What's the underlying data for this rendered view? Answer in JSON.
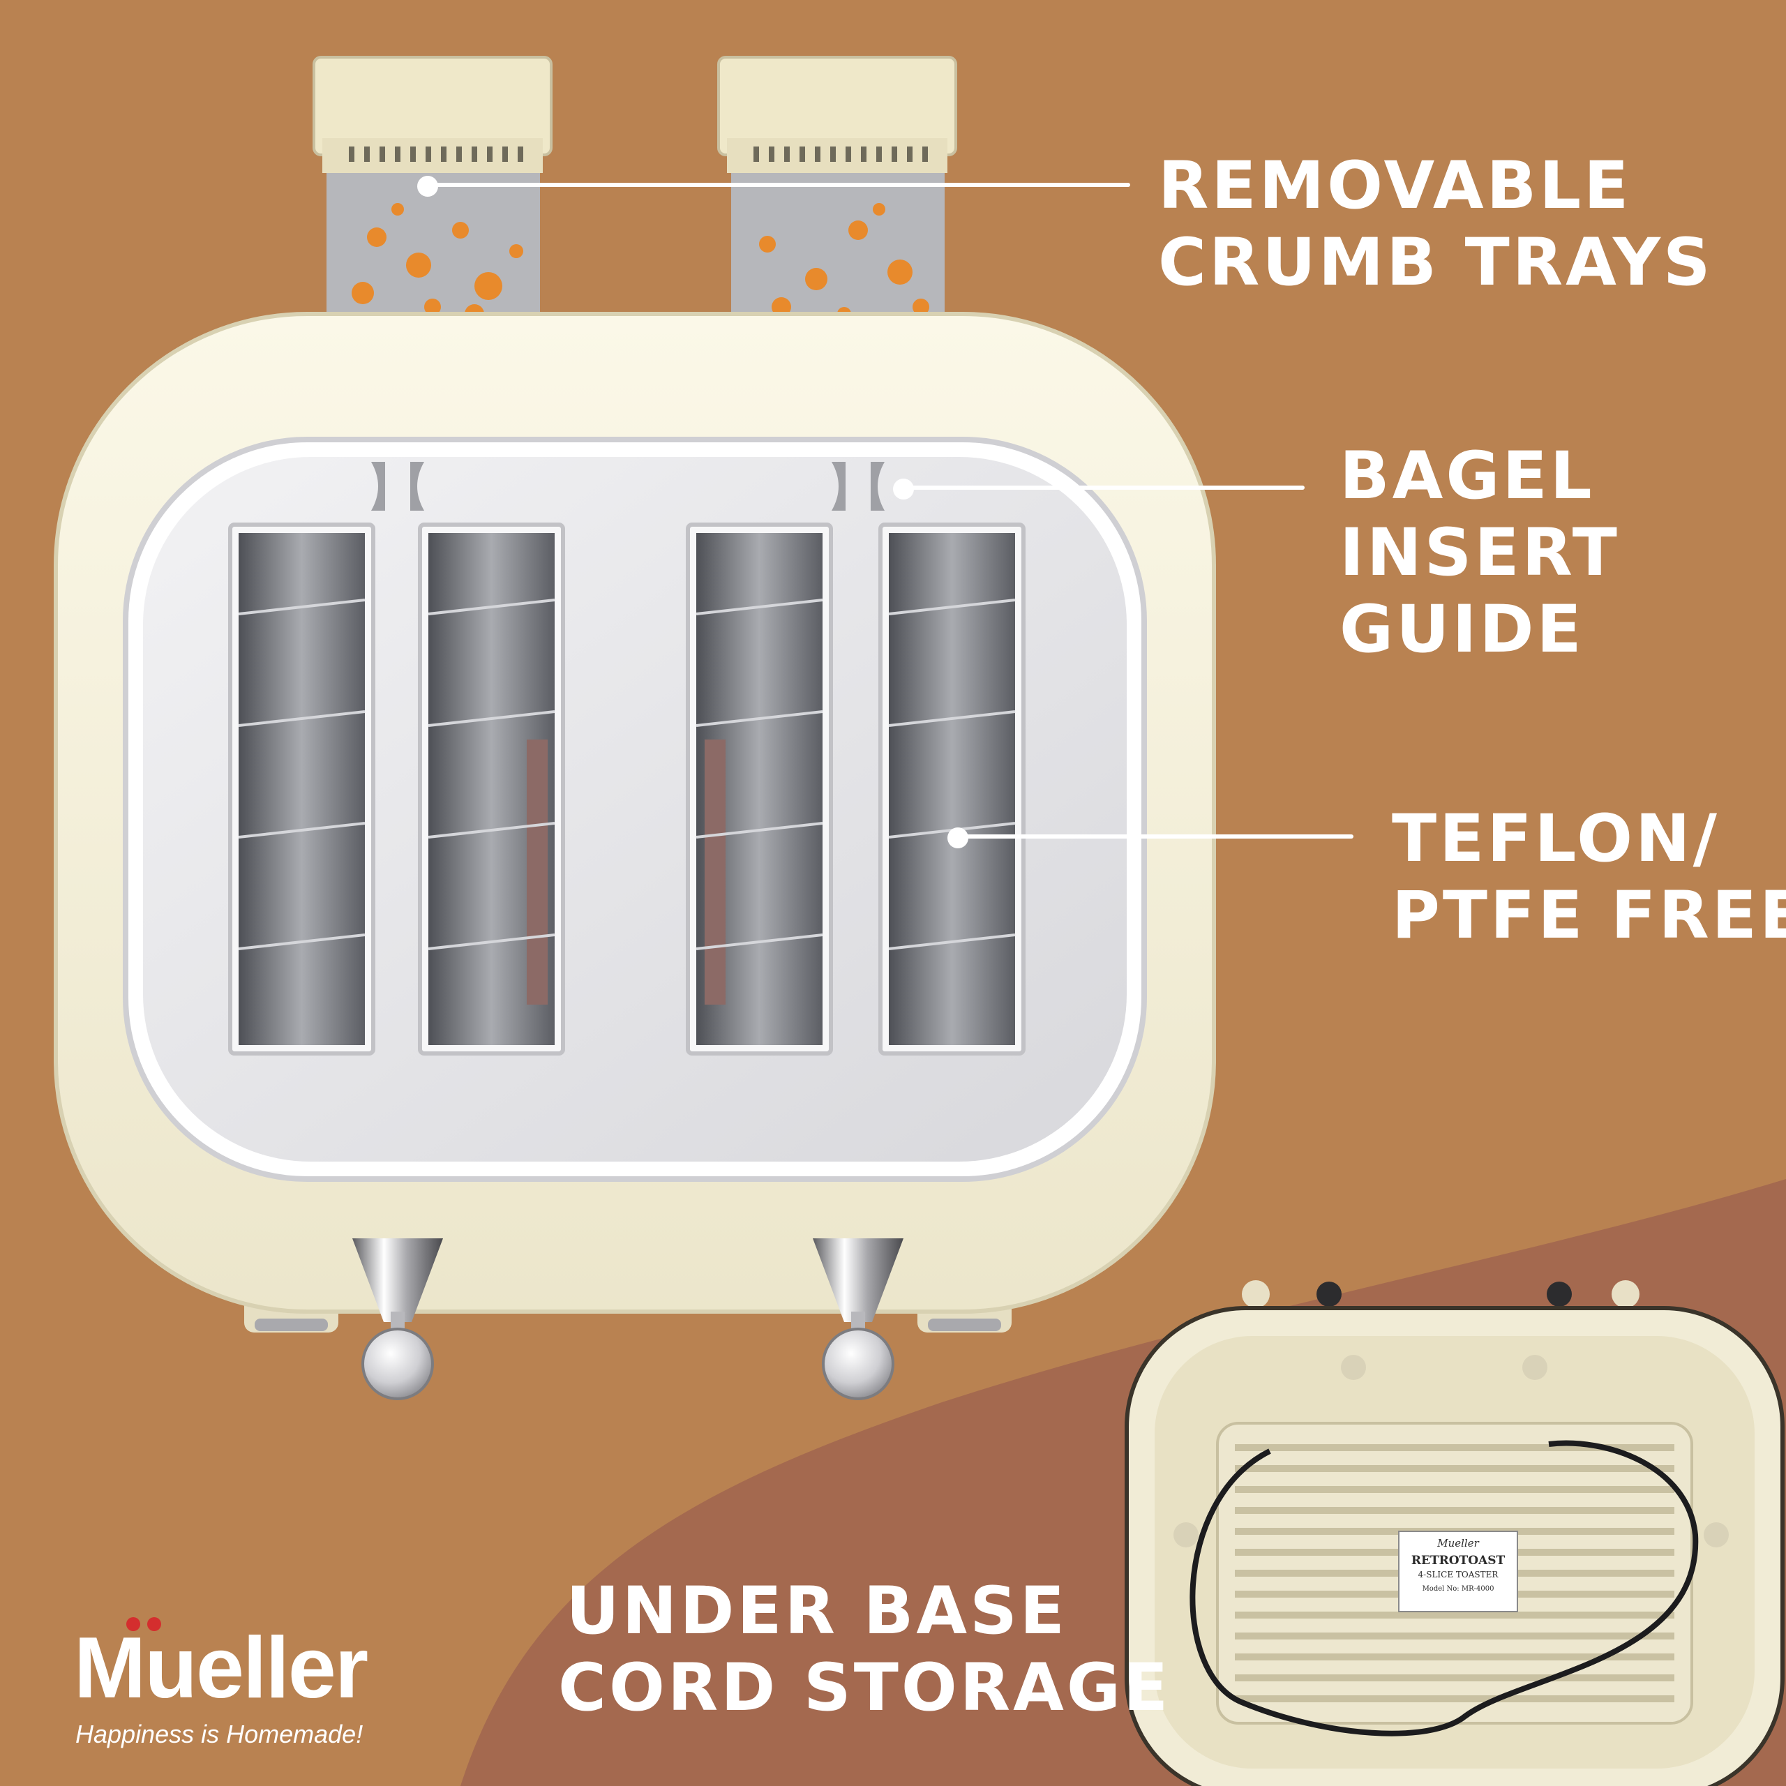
{
  "brand": {
    "name": "Mueller",
    "tagline": "Happiness is Homemade!"
  },
  "callouts": [
    {
      "line1": "REMOVABLE",
      "line2": "CRUMB TRAYS",
      "line3": ""
    },
    {
      "line1": "BAGEL",
      "line2": "INSERT",
      "line3": "GUIDE"
    },
    {
      "line1": "TEFLON/",
      "line2": "PTFE FREE",
      "line3": ""
    },
    {
      "line1": "UNDER BASE",
      "line2": "CORD STORAGE",
      "line3": ""
    }
  ],
  "inset_label": {
    "brand": "Mueller",
    "product": "RETROTOAST",
    "subtitle": "4-SLICE TOASTER",
    "model": "Model No: MR-4000"
  },
  "colors": {
    "background": "#b98251",
    "wave": "#a4694f",
    "cream": "#f5f1dc",
    "steel": "#e4e4e6",
    "text": "#ffffff"
  },
  "icons": [
    "bagel-guide-icon",
    "lever-icon",
    "crumb-tray-icon"
  ]
}
